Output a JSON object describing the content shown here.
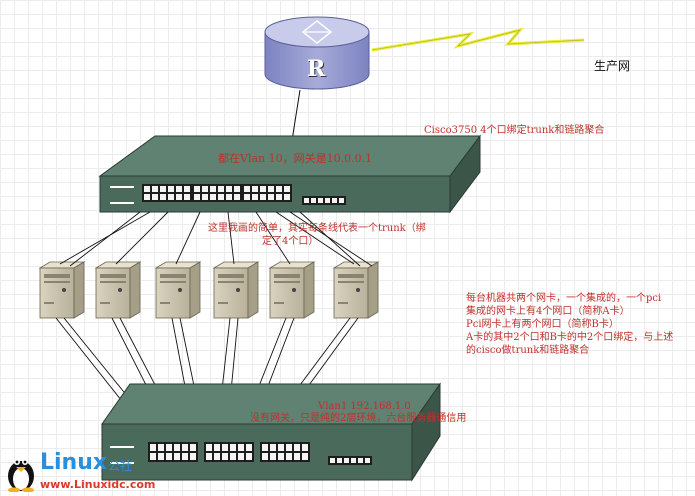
{
  "router": {
    "letter": "R",
    "network_label": "生产网"
  },
  "top_switch": {
    "title": "Cisco3750 4个口绑定trunk和链路聚合",
    "vlan_label": "都在Vlan 10，网关是10.0.0.1",
    "note_lines": [
      "这里我画的简单，其实每条线代表一个trunk（绑",
      "定了4个口）"
    ]
  },
  "servers": {
    "count": 6
  },
  "server_note": [
    "每台机器共两个网卡，一个集成的，一个pci",
    "集成的网卡上有4个网口（简称A卡）",
    "Pci网卡上有两个网口（简称B卡）",
    "A卡的其中2个口和B卡的中2个口绑定，与上述",
    "的cisco做trunk和链路聚合"
  ],
  "bottom_switch": {
    "vlan_label": "Vlan1 192.168.1.0",
    "note": "没有网关，只是纯的2层环境，六台服务器通信用"
  },
  "watermark": {
    "brand": "Linux",
    "suffix": "公社",
    "url": "www.Linuxidc.com"
  },
  "colors": {
    "switch_face": "#4a6b5c",
    "router_body": "#9a9fd0",
    "router_top": "#c8cbea",
    "accent_red": "#c0302b",
    "bolt": "#ecec3a"
  }
}
